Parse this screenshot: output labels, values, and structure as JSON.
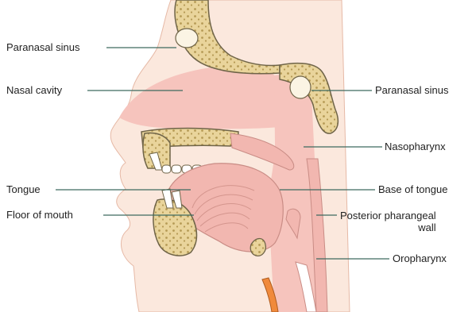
{
  "labels": {
    "paranasal_sinus_left": "Paranasal sinus",
    "nasal_cavity": "Nasal cavity",
    "paranasal_sinus_right": "Paranasal sinus",
    "nasopharynx": "Nasopharynx",
    "tongue": "Tongue",
    "base_of_tongue": "Base of tongue",
    "floor_of_mouth": "Floor of mouth",
    "posterior_pharangeal_wall_line1": "Posterior pharangeal",
    "posterior_pharangeal_wall_line2": "wall",
    "oropharynx": "Oropharynx"
  },
  "colors": {
    "skin": "#fbe8dd",
    "tissue_pink": "#f6c4bd",
    "soft_tissue": "#f2b7b0",
    "bone_fill": "#e9d49b",
    "bone_outline": "#6f6448",
    "leader_line": "#3e6a5f",
    "airway_orange": "#f08a3c",
    "tooth_white": "#ffffff"
  }
}
